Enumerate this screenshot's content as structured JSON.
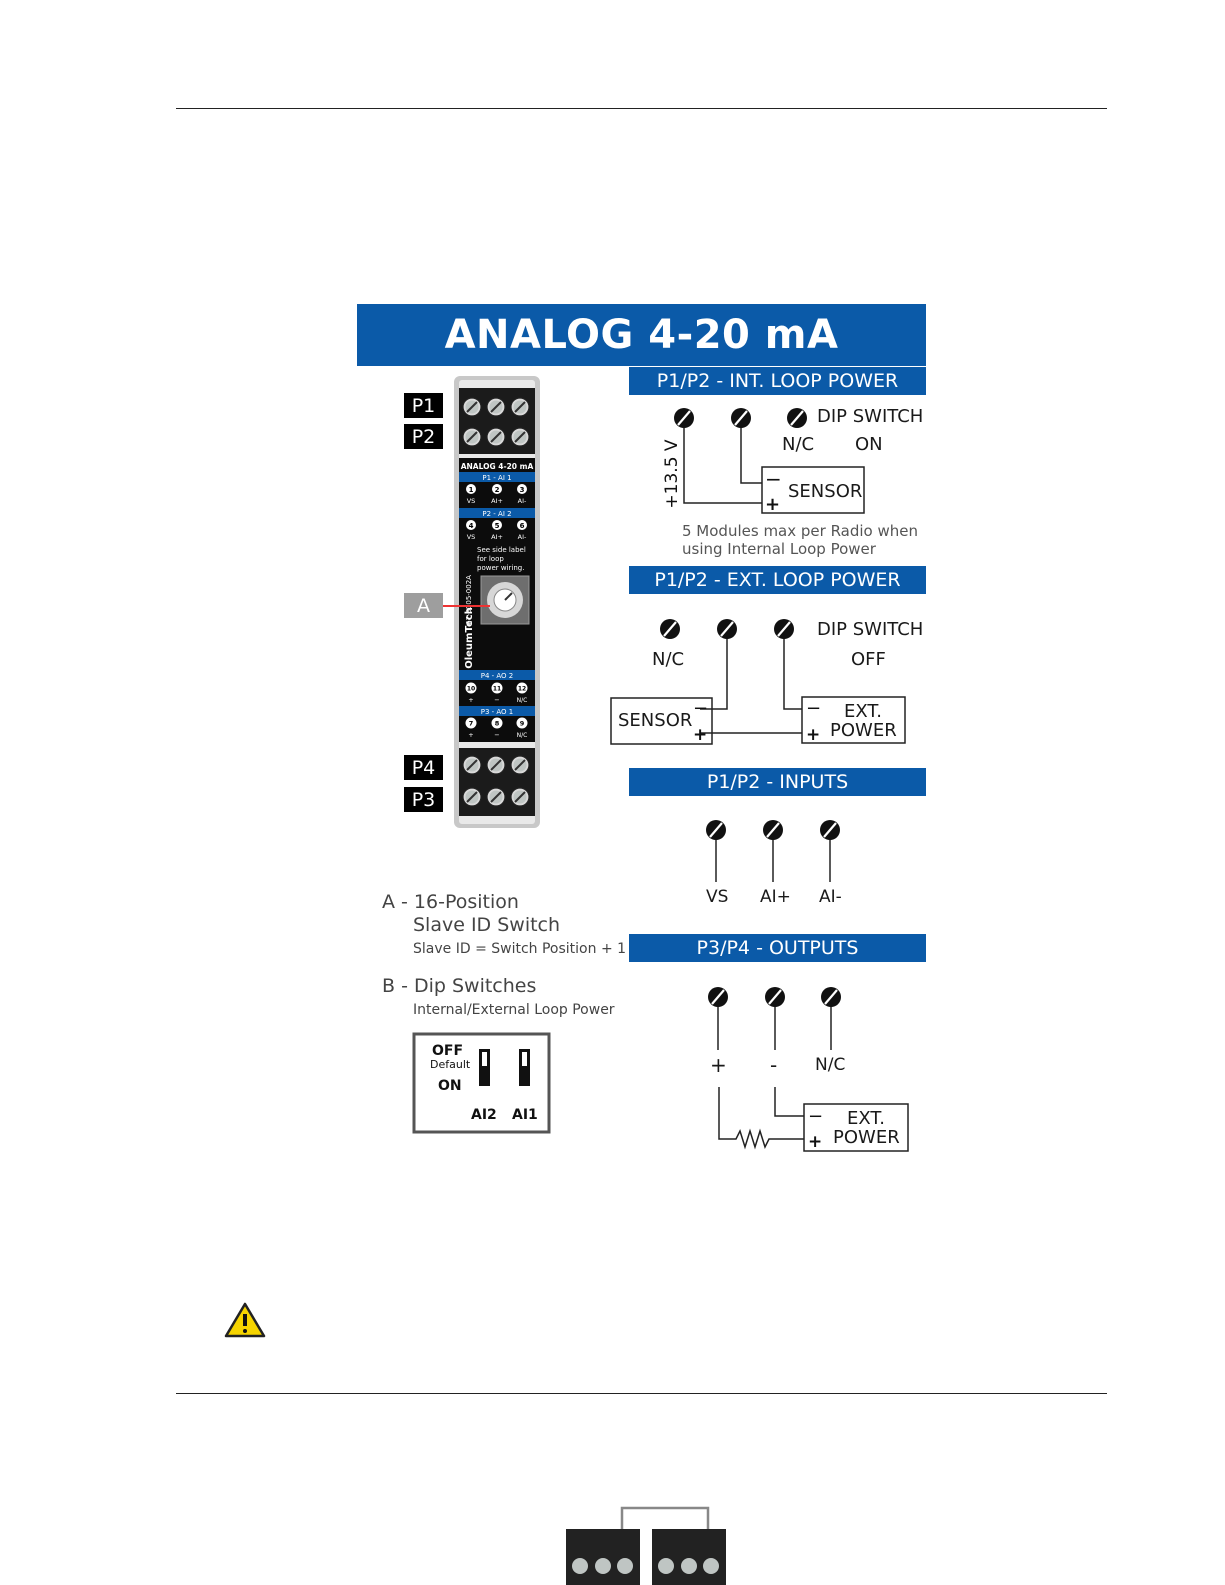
{
  "title": "ANALOG 4-20 mA",
  "sections": {
    "int_loop": "P1/P2 - INT. LOOP POWER",
    "ext_loop": "P1/P2 - EXT. LOOP POWER",
    "inputs": "P1/P2 - INPUTS",
    "outputs": "P3/P4 - OUTPUTS"
  },
  "port_labels": {
    "p1": "P1",
    "p2": "P2",
    "p4": "P4",
    "p3": "P3",
    "a": "A"
  },
  "int_loop": {
    "dip_switch": "DIP SWITCH",
    "nc": "N/C",
    "on": "ON",
    "voltage": "+13.5 V",
    "sensor": "SENSOR",
    "minus": "−",
    "plus": "+",
    "note_line1": "5 Modules max per Radio when",
    "note_line2": "using Internal Loop Power"
  },
  "ext_loop": {
    "nc": "N/C",
    "dip_switch": "DIP SWITCH",
    "off": "OFF",
    "sensor": "SENSOR",
    "ext": "EXT.",
    "power": "POWER",
    "minus": "−",
    "plus": "+"
  },
  "inputs": {
    "vs": "VS",
    "ai_plus": "AI+",
    "ai_minus": "AI-"
  },
  "outputs": {
    "plus": "+",
    "minus": "-",
    "nc": "N/C",
    "ext": "EXT.",
    "power": "POWER",
    "box_minus": "−",
    "box_plus": "+"
  },
  "legend": {
    "a_title": "A - 16-Position",
    "a_title2": "Slave ID Switch",
    "a_note": "Slave ID = Switch Position + 1",
    "b_title": "B - Dip Switches",
    "b_note": "Internal/External Loop Power"
  },
  "dip_box": {
    "off": "OFF",
    "default": "Default",
    "on": "ON",
    "ai2": "AI2",
    "ai1": "AI1"
  },
  "device": {
    "label_title": "ANALOG 4-20 mA",
    "p1_band": "P1 - AI 1",
    "p2_band": "P2 - AI 2",
    "p4_band": "P4 - AO 2",
    "p3_band": "P3 - AO 1",
    "row1_nums": [
      "1",
      "2",
      "3"
    ],
    "row1_labels": [
      "VS",
      "AI+",
      "AI-"
    ],
    "row2_nums": [
      "4",
      "5",
      "6"
    ],
    "row2_labels": [
      "VS",
      "AI+",
      "AI-"
    ],
    "row4_nums": [
      "10",
      "11",
      "12"
    ],
    "row4_labels": [
      "+",
      "−",
      "N/C"
    ],
    "row3_nums": [
      "7",
      "8",
      "9"
    ],
    "row3_labels": [
      "+",
      "−",
      "N/C"
    ],
    "side_note": [
      "See side label",
      "for loop",
      "power wiring."
    ],
    "part_no": "67-3105-002A",
    "brand": "OleumTech"
  }
}
